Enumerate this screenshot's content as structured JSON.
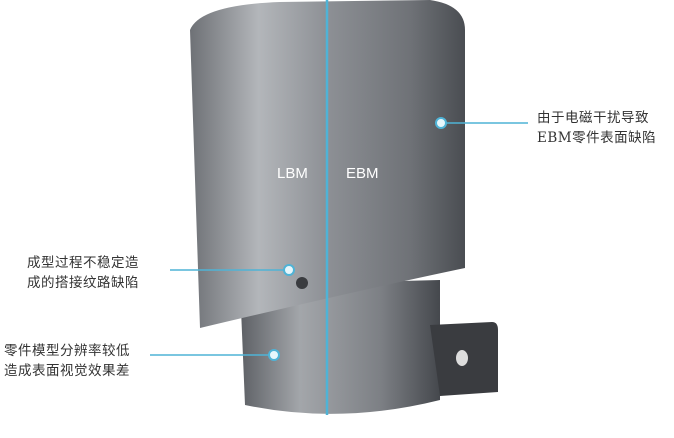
{
  "labels": {
    "left": "LBM",
    "right": "EBM"
  },
  "callouts": [
    {
      "lines": [
        "由于电磁干扰导致",
        "EBM零件表面缺陷"
      ]
    },
    {
      "lines": [
        "成型过程不稳定造",
        "成的搭接纹路缺陷"
      ]
    },
    {
      "lines": [
        "零件模型分辨率较低",
        "造成表面视觉效果差"
      ]
    }
  ],
  "colors": {
    "accent": "#4fb3d6",
    "metal": "#8a8d92"
  }
}
